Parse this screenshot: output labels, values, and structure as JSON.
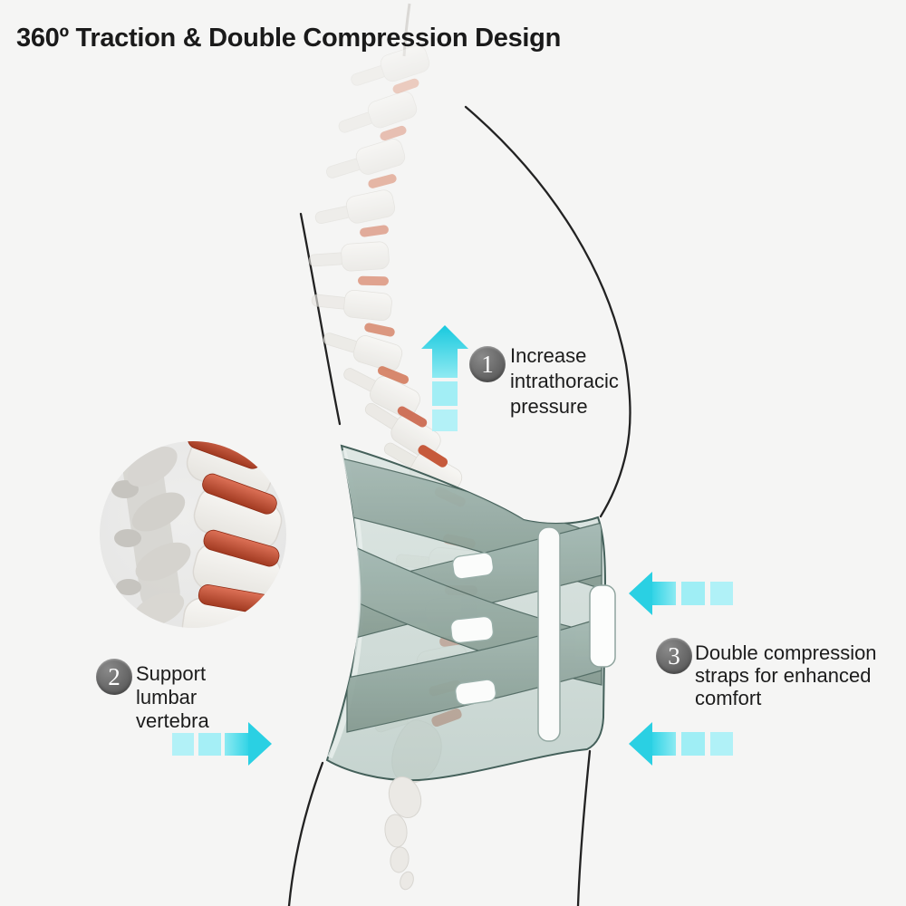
{
  "title": "360º Traction & Double Compression Design",
  "callouts": [
    {
      "number": "1",
      "lines": [
        "Increase",
        "intrathoracic",
        "pressure"
      ]
    },
    {
      "number": "2",
      "lines": [
        "Support",
        "lumbar",
        "vertebra"
      ]
    },
    {
      "number": "3",
      "lines": [
        "Double compression",
        "straps for enhanced",
        "comfort"
      ]
    }
  ],
  "icons": {
    "arrow_up": "up-arrow-icon",
    "arrow_right": "right-arrow-icon",
    "arrow_left_top": "left-arrow-icon-top",
    "arrow_left_bottom": "left-arrow-icon-bottom"
  },
  "colors": {
    "background": "#f5f5f4",
    "title_text": "#1a1a1a",
    "body_text": "#1c1c1c",
    "number_badge_gray": "#6b6b6b",
    "accent_cyan": "#2ad0e3",
    "accent_cyan_light": "#b3f1f7",
    "belt_sage": "#9fb5af",
    "belt_outline": "#44605a",
    "disc_red": "#c1573c",
    "bone_white": "#f3f2ef",
    "inset_circle_gray": "#e9e9e8"
  }
}
